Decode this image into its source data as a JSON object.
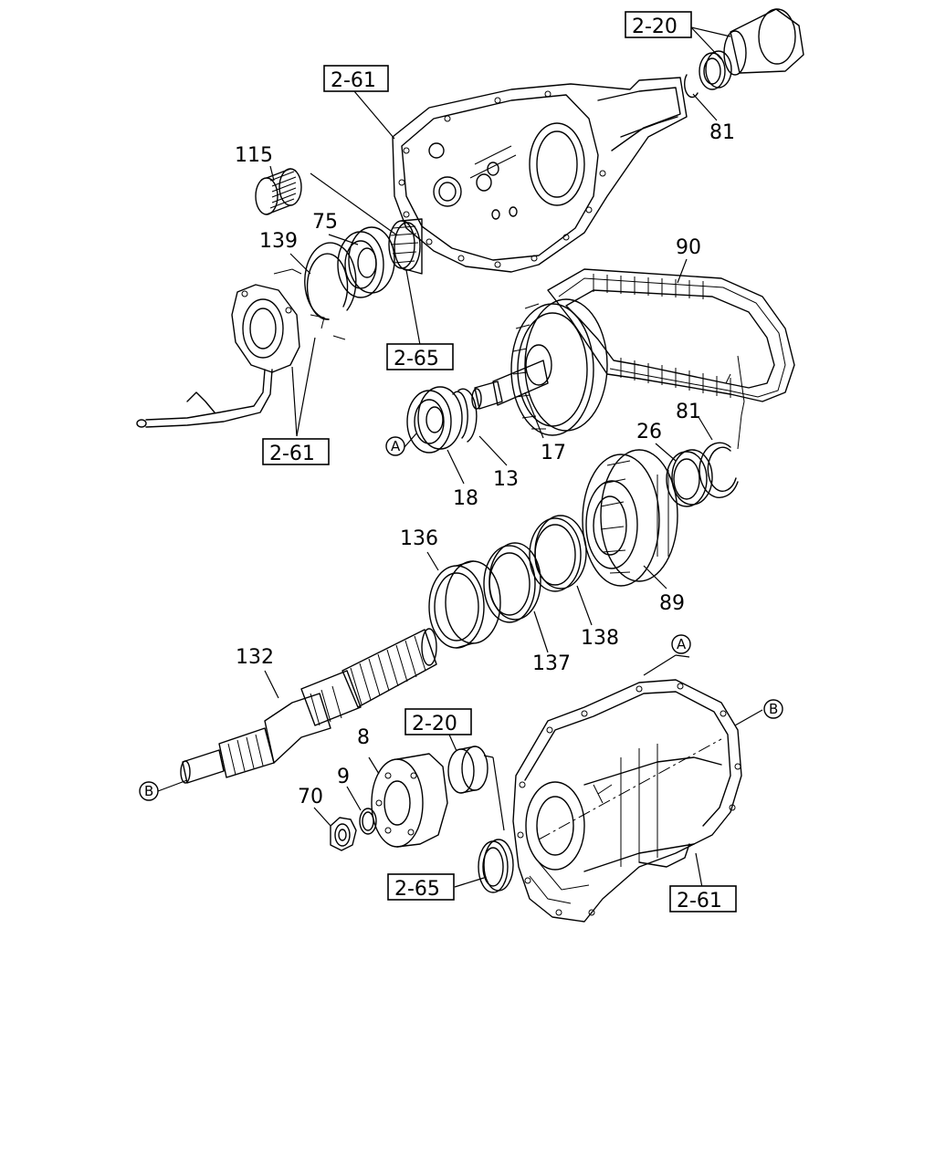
{
  "callouts": {
    "c115": "115",
    "c75": "75",
    "c139": "139",
    "c81a": "81",
    "c90": "90",
    "c81b": "81",
    "c26": "26",
    "c17": "17",
    "c13": "13",
    "c18": "18",
    "c136": "136",
    "c89": "89",
    "c138": "138",
    "c137": "137",
    "c132": "132",
    "c8": "8",
    "c9": "9",
    "c70": "70"
  },
  "refs": {
    "r_2_20_top": "2-20",
    "r_2_61_top": "2-61",
    "r_2_65_mid": "2-65",
    "r_2_61_left": "2-61",
    "r_2_20_bottom": "2-20",
    "r_2_65_bottom": "2-65",
    "r_2_61_bottom": "2-61"
  },
  "markers": {
    "a_left": "A",
    "a_right": "A",
    "b_left": "B",
    "b_right": "B"
  }
}
